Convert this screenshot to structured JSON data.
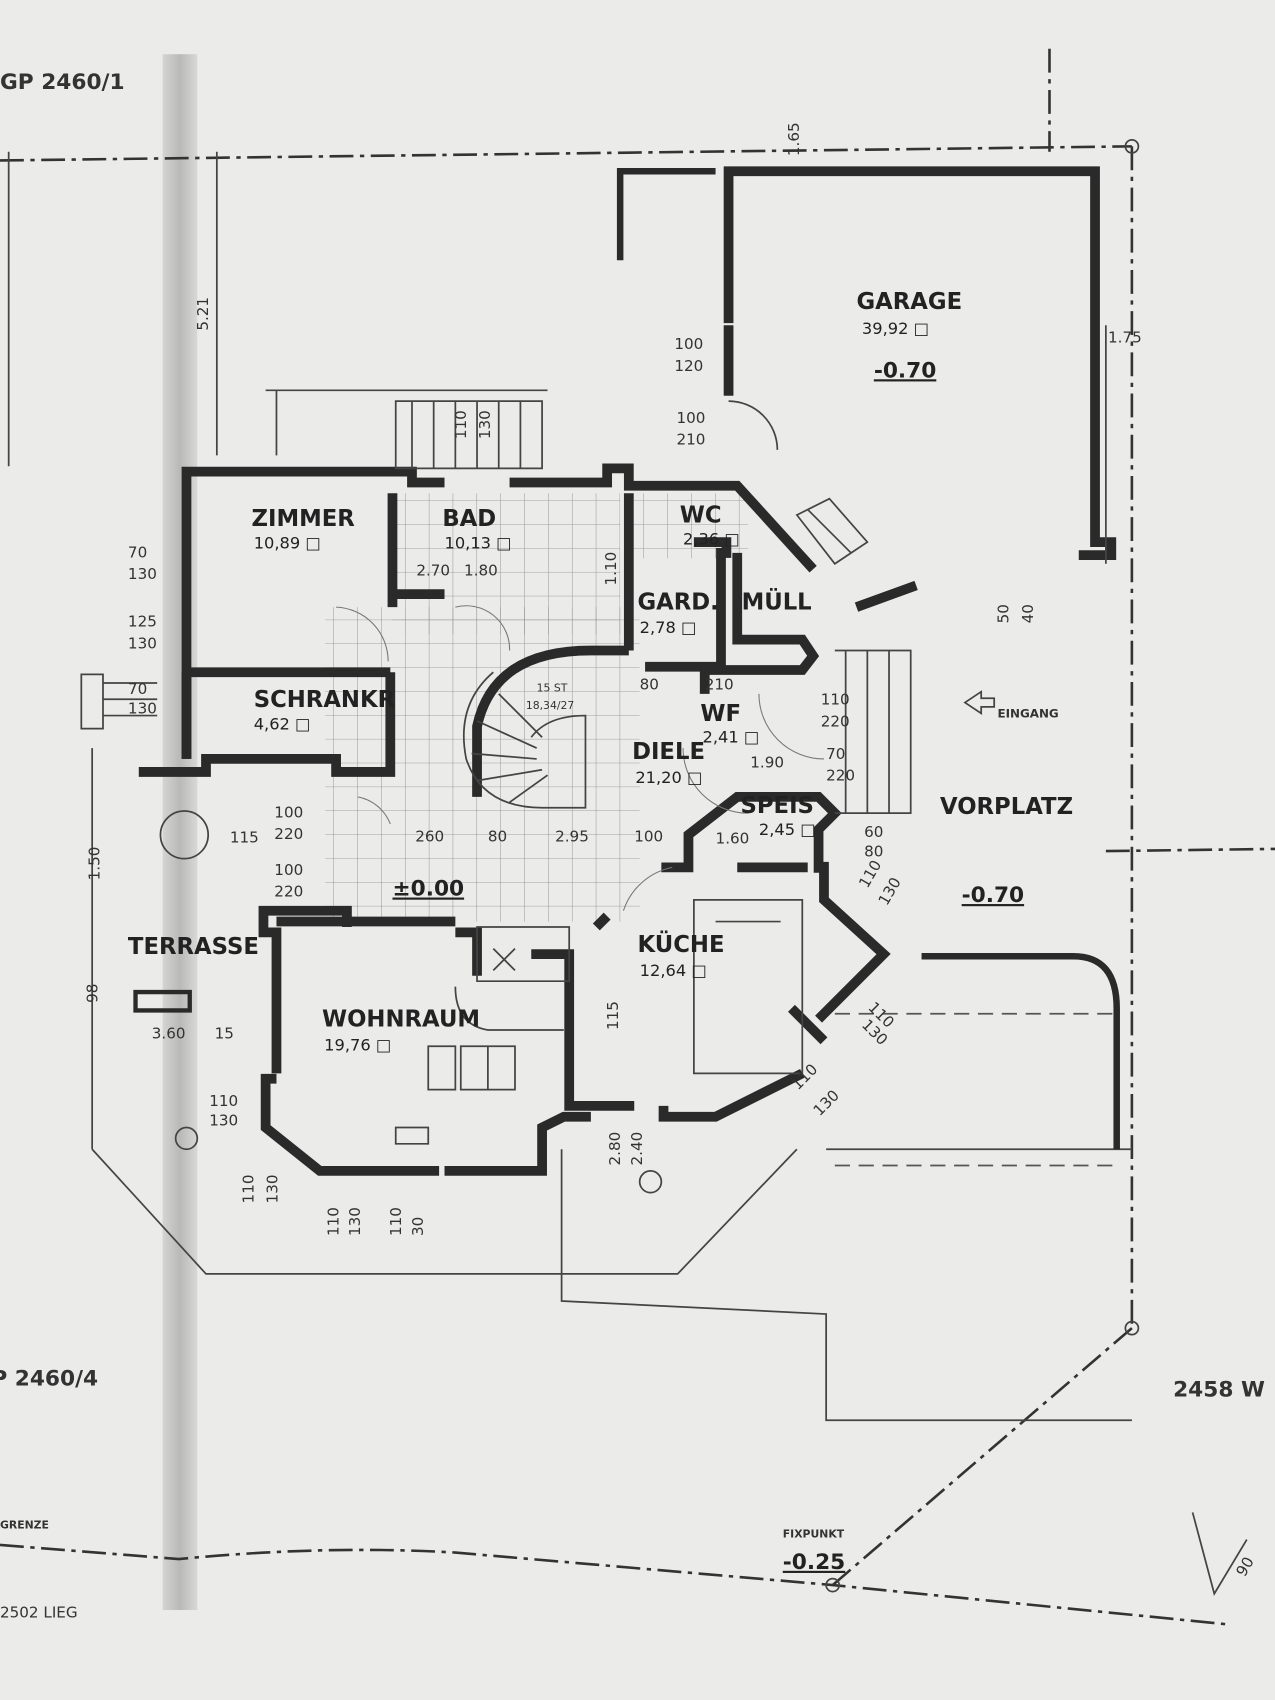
{
  "parcels": {
    "top_left": "GP 2460/1",
    "bottom_left": "P 2460/4",
    "right": "2458 W",
    "bottom_cut": "2502 LIEG",
    "boundary": "GRENZE"
  },
  "rooms": [
    {
      "name": "GARAGE",
      "area": "39,92 □"
    },
    {
      "name": "ZIMMER",
      "area": "10,89 □"
    },
    {
      "name": "BAD",
      "area": "10,13 □"
    },
    {
      "name": "WC",
      "area": "2,36 □"
    },
    {
      "name": "GARD.",
      "area": "2,78 □"
    },
    {
      "name": "MÜLL",
      "area": ""
    },
    {
      "name": "SCHRANKR",
      "area": "4,62 □"
    },
    {
      "name": "WF",
      "area": "2,41 □"
    },
    {
      "name": "DIELE",
      "area": "21,20 □"
    },
    {
      "name": "SPEIS",
      "area": "2,45 □"
    },
    {
      "name": "KÜCHE",
      "area": "12,64 □"
    },
    {
      "name": "WOHNRAUM",
      "area": "19,76 □"
    },
    {
      "name": "TERRASSE",
      "area": ""
    },
    {
      "name": "VORPLATZ",
      "area": ""
    }
  ],
  "levels": {
    "garage": "-0.70",
    "ground": "±0.00",
    "vorplatz": "-0.70",
    "fixpunkt": "-0.25",
    "fixpunkt_label": "FIXPUNKT"
  },
  "entrance": "EINGANG",
  "stairs": {
    "label": "15 ST",
    "rise": "18,34/27"
  },
  "dimensions": [
    "5.21",
    "100",
    "120",
    "100",
    "210",
    "110",
    "130",
    "70",
    "130",
    "125",
    "130",
    "70",
    "130",
    "100",
    "220",
    "100",
    "220",
    "110",
    "220",
    "70",
    "220",
    "60",
    "80",
    "110",
    "130",
    "110",
    "130",
    "110",
    "130",
    "110",
    "130",
    "110",
    "130",
    "110",
    "130",
    "110",
    "30",
    "2.80",
    "2.40",
    "50",
    "40",
    "1.75",
    "1.65",
    "80",
    "210",
    "1.90",
    "1.60",
    "100",
    "80",
    "260",
    "2.95",
    "115",
    "115",
    "3.60",
    "15",
    "1.50",
    "98",
    "90",
    "2.70",
    "1.80",
    "1.10"
  ]
}
